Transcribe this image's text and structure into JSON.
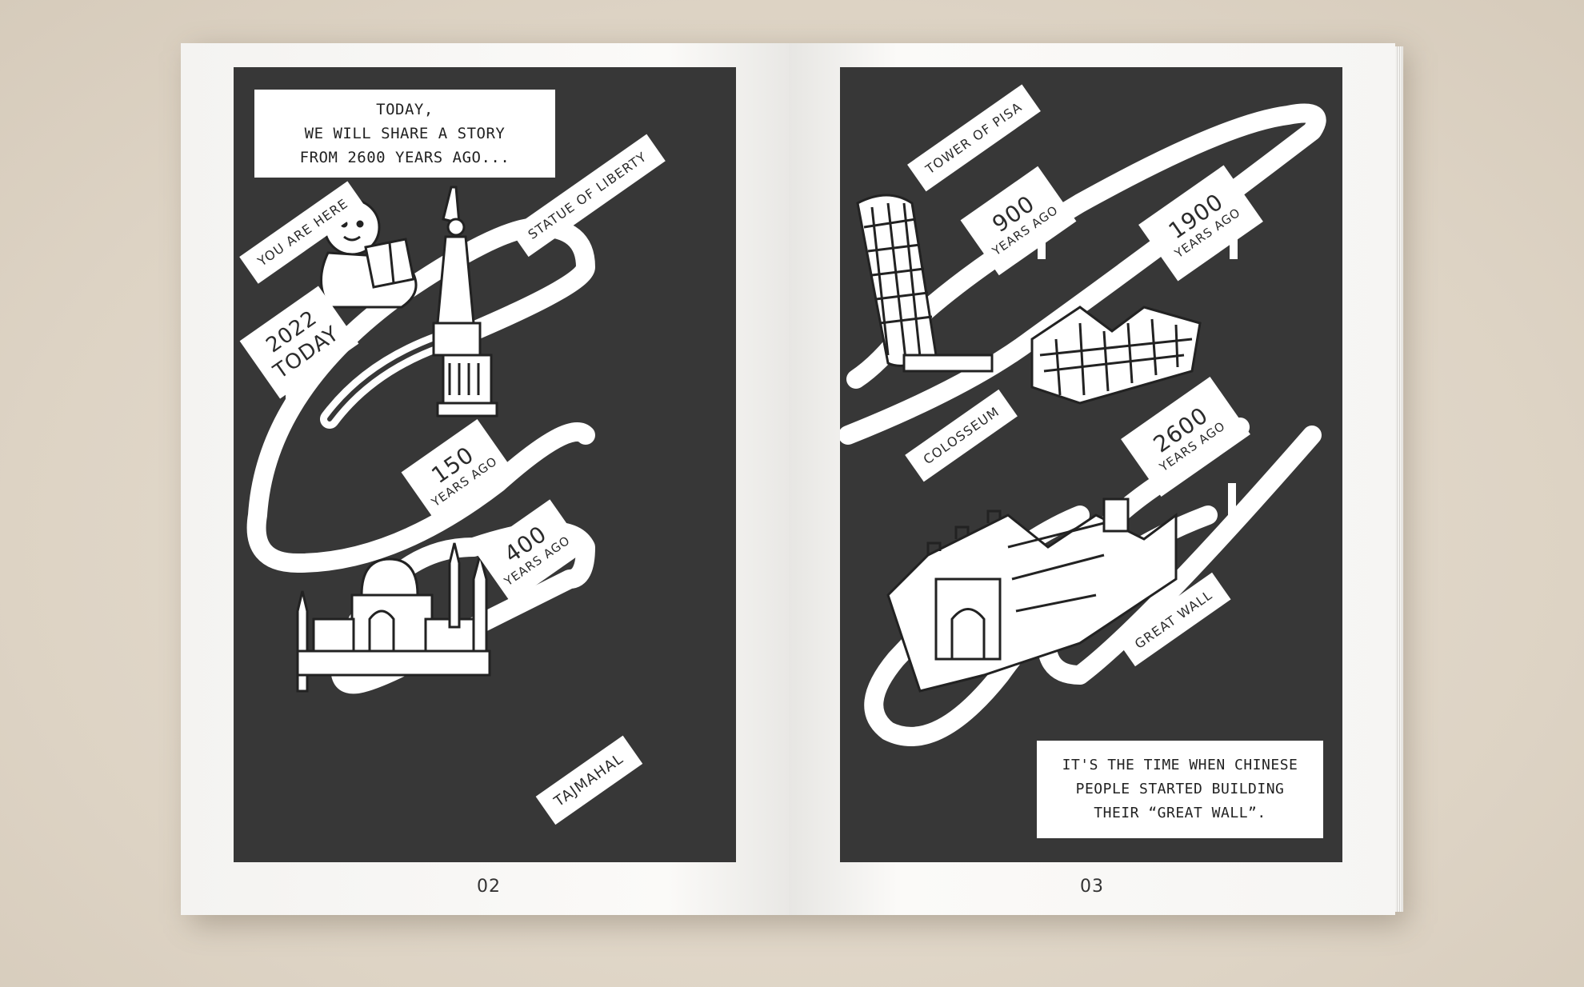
{
  "left_page": {
    "page_number": "02",
    "intro_caption": [
      "TODAY,",
      "WE WILL SHARE A STORY",
      "FROM 2600 YEARS AGO..."
    ],
    "labels": {
      "you_are_here": "YOU ARE HERE",
      "statue_of_liberty": "STATUE OF LIBERTY",
      "tajmahal": "TAJMAHAL"
    },
    "signs": {
      "today": {
        "line1": "2022",
        "line2": "TODAY"
      },
      "y150": {
        "number": "150",
        "unit": "YEARS AGO"
      },
      "y400": {
        "number": "400",
        "unit": "YEARS AGO"
      }
    }
  },
  "right_page": {
    "page_number": "03",
    "outro_caption": [
      "IT'S THE TIME WHEN CHINESE",
      "PEOPLE STARTED BUILDING",
      "THEIR “GREAT WALL”."
    ],
    "labels": {
      "tower_of_pisa": "TOWER OF PISA",
      "colosseum": "COLOSSEUM",
      "great_wall": "GREAT WALL"
    },
    "signs": {
      "y900": {
        "number": "900",
        "unit": "YEARS AGO"
      },
      "y1900": {
        "number": "1900",
        "unit": "YEARS AGO"
      },
      "y2600": {
        "number": "2600",
        "unit": "YEARS AGO"
      }
    }
  },
  "colors": {
    "panel": "#373737",
    "paper": "#f7f6f4",
    "background": "#e2d9cb",
    "ink": "#2b2b2b"
  }
}
